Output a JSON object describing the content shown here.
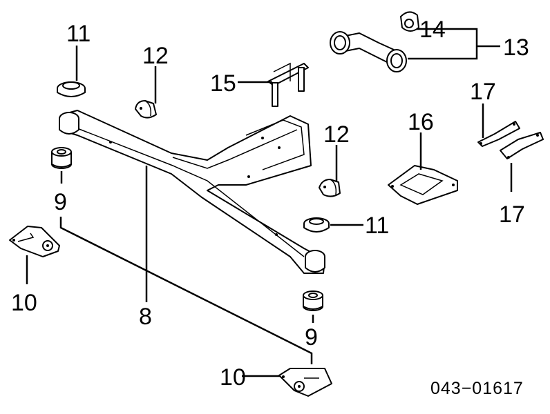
{
  "diagram": {
    "callouts": {
      "label_11_top": "11",
      "label_12_left": "12",
      "label_15": "15",
      "label_14": "14",
      "label_13": "13",
      "label_17_top": "17",
      "label_16": "16",
      "label_12_right": "12",
      "label_9_left": "9",
      "label_11_right": "11",
      "label_17_bottom": "17",
      "label_10_left": "10",
      "label_8": "8",
      "label_9_right": "9",
      "label_10_bottom": "10"
    },
    "diagram_code": "043−01617"
  }
}
